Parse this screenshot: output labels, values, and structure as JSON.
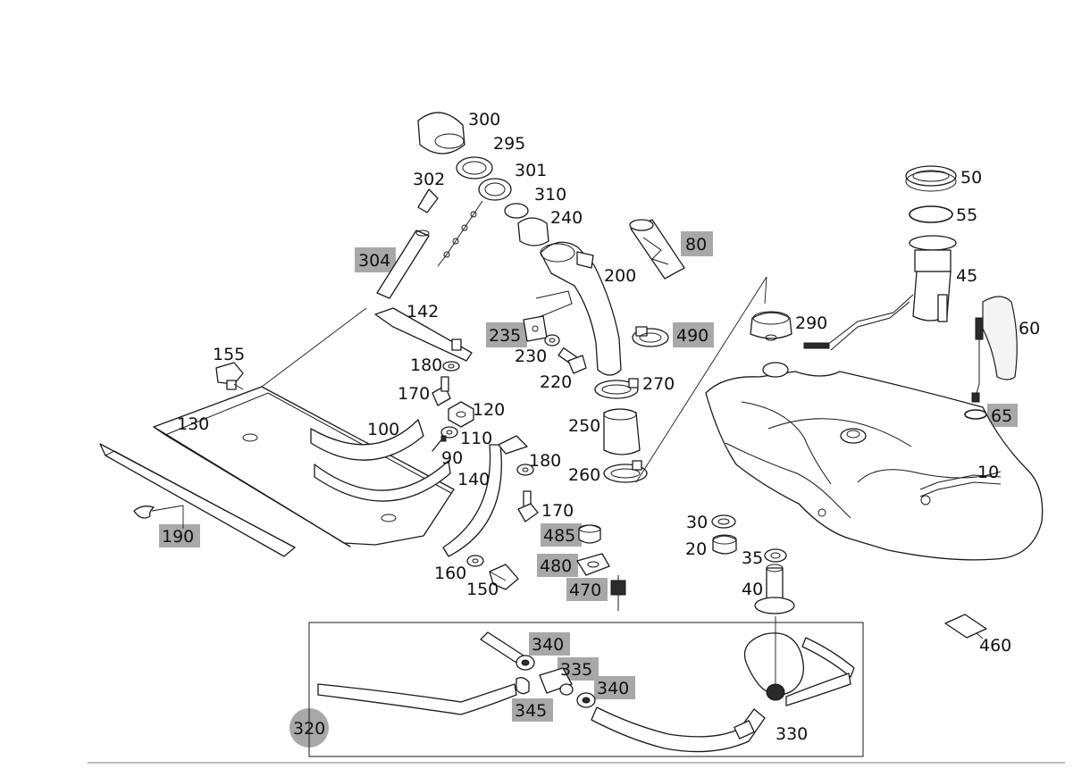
{
  "colors": {
    "highlight_gray": "#a8a8a8",
    "highlight_blue": "#a9c4e2",
    "line": "#1a1a1a",
    "background": "#ffffff"
  },
  "labels": {
    "p10": "10",
    "p20": "20",
    "p30": "30",
    "p35": "35",
    "p40": "40",
    "p45": "45",
    "p50": "50",
    "p55": "55",
    "p60": "60",
    "p65": "65",
    "p80": "80",
    "p90": "90",
    "p100": "100",
    "p110": "110",
    "p120": "120",
    "p130": "130",
    "p140": "140",
    "p142": "142",
    "p150": "150",
    "p155": "155",
    "p160": "160",
    "p170a": "170",
    "p170b": "170",
    "p180a": "180",
    "p180b": "180",
    "p190": "190",
    "p200": "200",
    "p220": "220",
    "p230": "230",
    "p235": "235",
    "p240": "240",
    "p250": "250",
    "p260": "260",
    "p270": "270",
    "p290": "290",
    "p295": "295",
    "p300": "300",
    "p301": "301",
    "p302": "302",
    "p304": "304",
    "p310": "310",
    "p320": "320",
    "p330": "330",
    "p335": "335",
    "p340a": "340",
    "p340b": "340",
    "p345": "345",
    "p460": "460",
    "p470": "470",
    "p480": "480",
    "p485": "485",
    "p490": "490"
  }
}
